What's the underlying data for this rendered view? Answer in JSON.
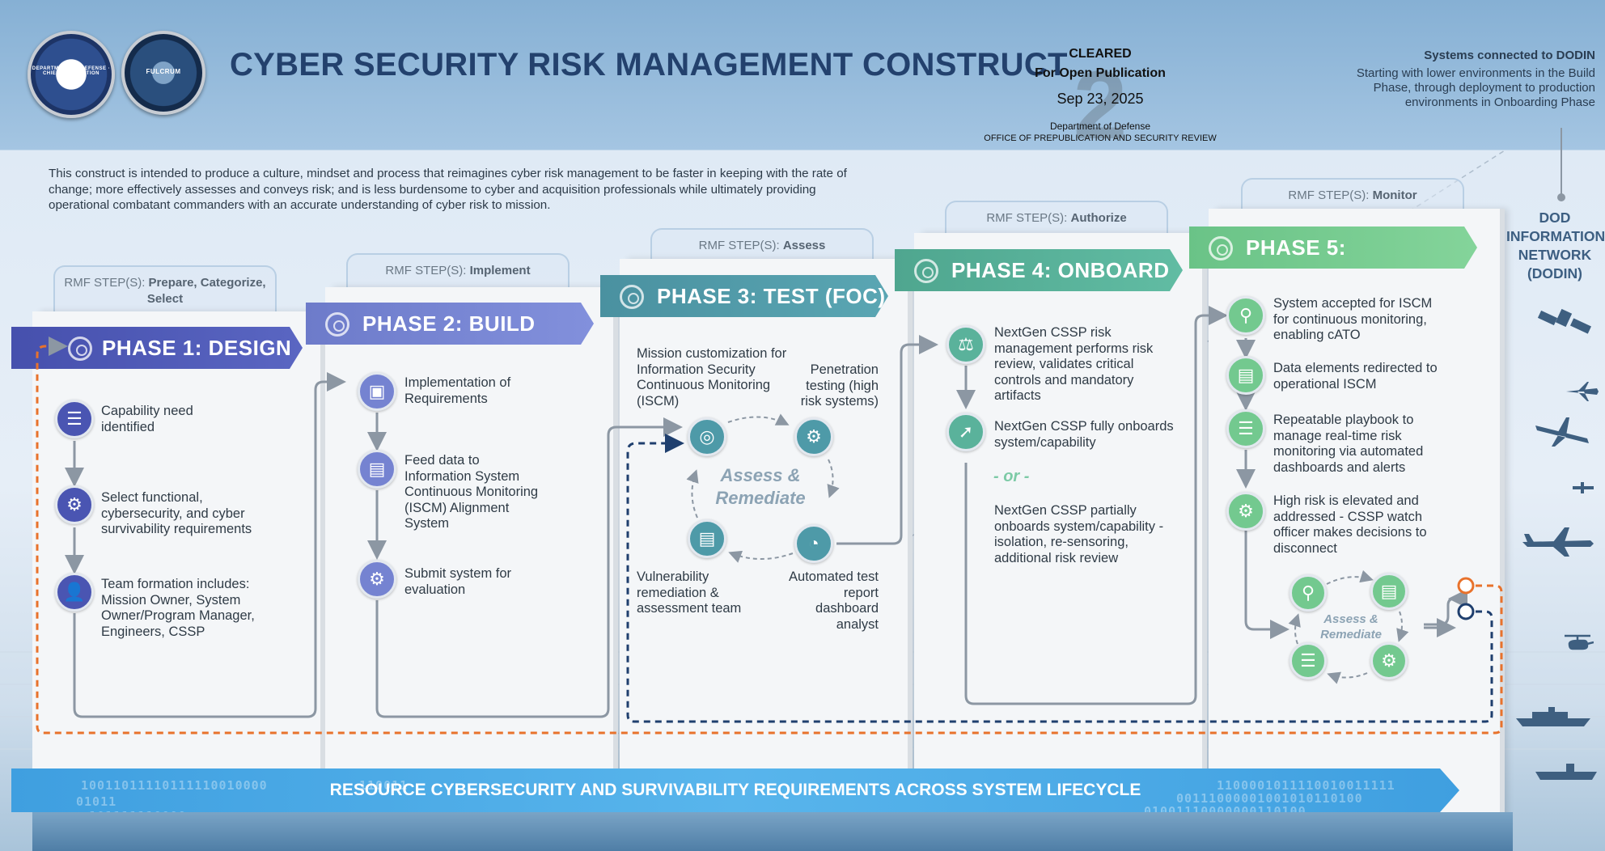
{
  "header": {
    "title": "CYBER SECURITY RISK MANAGEMENT CONSTRUCT",
    "seal1_text": "DEPARTMENT OF DEFENSE · CHIEF INFORMATION OFFICER",
    "seal2_text": "FULCRUM"
  },
  "clearance": {
    "status": "CLEARED",
    "purpose": "For Open Publication",
    "date": "Sep 23, 2025",
    "watermark": "2",
    "department": "Department of Defense",
    "office": "OFFICE OF PREPUBLICATION AND SECURITY REVIEW"
  },
  "systems": {
    "heading": "Systems connected to DODIN",
    "description": "Starting with lower environments in the Build Phase, through deployment to production environments in Onboarding Phase"
  },
  "intro": "This construct is intended to produce a culture, mindset and process that reimagines cyber risk management to be faster in keeping with the rate of change; more effectively assesses and conveys risk; and is less burdensome to cyber and acquisition professionals while ultimately providing operational combatant commanders with an accurate understanding of cyber risk to mission.",
  "rmf_prefix": "RMF STEP(S):",
  "phases": [
    {
      "rmf": "Prepare, Categorize, Select",
      "title": "PHASE 1: DESIGN",
      "color": "#4b56b0",
      "steps": [
        "Capability need identified",
        "Select functional, cybersecurity, and cyber survivability requirements",
        "Team formation includes: Mission Owner, System Owner/Program Manager, Engineers, CSSP"
      ]
    },
    {
      "rmf": "Implement",
      "title": "PHASE 2: BUILD (IOC)",
      "color": "#7482d0",
      "steps": [
        "Implementation of Requirements",
        "Feed data to Information System Continuous Monitoring (ISCM) Alignment System",
        "Submit system for evaluation"
      ]
    },
    {
      "rmf": "Assess",
      "title": "PHASE 3: TEST (FOC)",
      "color": "#4f98a7",
      "steps": [
        "Mission customization for Information Security Continuous Monitoring (ISCM)",
        "Penetration testing (high risk systems)",
        "Vulnerability remediation & assessment team",
        "Automated test report dashboard analyst"
      ],
      "cycle_label": "Assess & Remediate"
    },
    {
      "rmf": "Authorize",
      "title": "PHASE 4: ONBOARD",
      "color": "#55ae97",
      "steps": [
        "NextGen CSSP risk management performs risk review, validates critical controls and mandatory artifacts",
        "NextGen CSSP fully onboards system/capability",
        "NextGen CSSP partially onboards system/capability - isolation, re-sensoring, additional risk review"
      ],
      "or_label": "- or -"
    },
    {
      "rmf": "Monitor",
      "title": "PHASE 5: OPERATIONS",
      "color": "#72c98d",
      "steps": [
        "System accepted for ISCM for continuous monitoring, enabling cATO",
        "Data elements redirected to operational ISCM",
        "Repeatable playbook to manage real-time risk monitoring via automated dashboards and alerts",
        "High risk is elevated and addressed - CSSP watch officer makes decisions to disconnect"
      ],
      "cycle_label": "Assess & Remediate"
    }
  ],
  "dodin": [
    "DOD",
    "INFORMATION",
    "NETWORK",
    "(DODIN)"
  ],
  "bottom_banner": "RESOURCE CYBERSECURITY AND SURVIVABILITY REQUIREMENTS ACROSS SYSTEM LIFECYCLE",
  "binary": {
    "left1": "10011011110111110010000",
    "left2": "01011",
    "left3": "101111110000",
    "mid": "110011",
    "right1": "1100001011110010011111",
    "right2": "00111000001001010110100",
    "right3": "01001110000000110100"
  },
  "colors": {
    "orange_loop": "#e8722c",
    "navy_loop": "#1f3f6e",
    "arrow_gray": "#8c97a3"
  }
}
